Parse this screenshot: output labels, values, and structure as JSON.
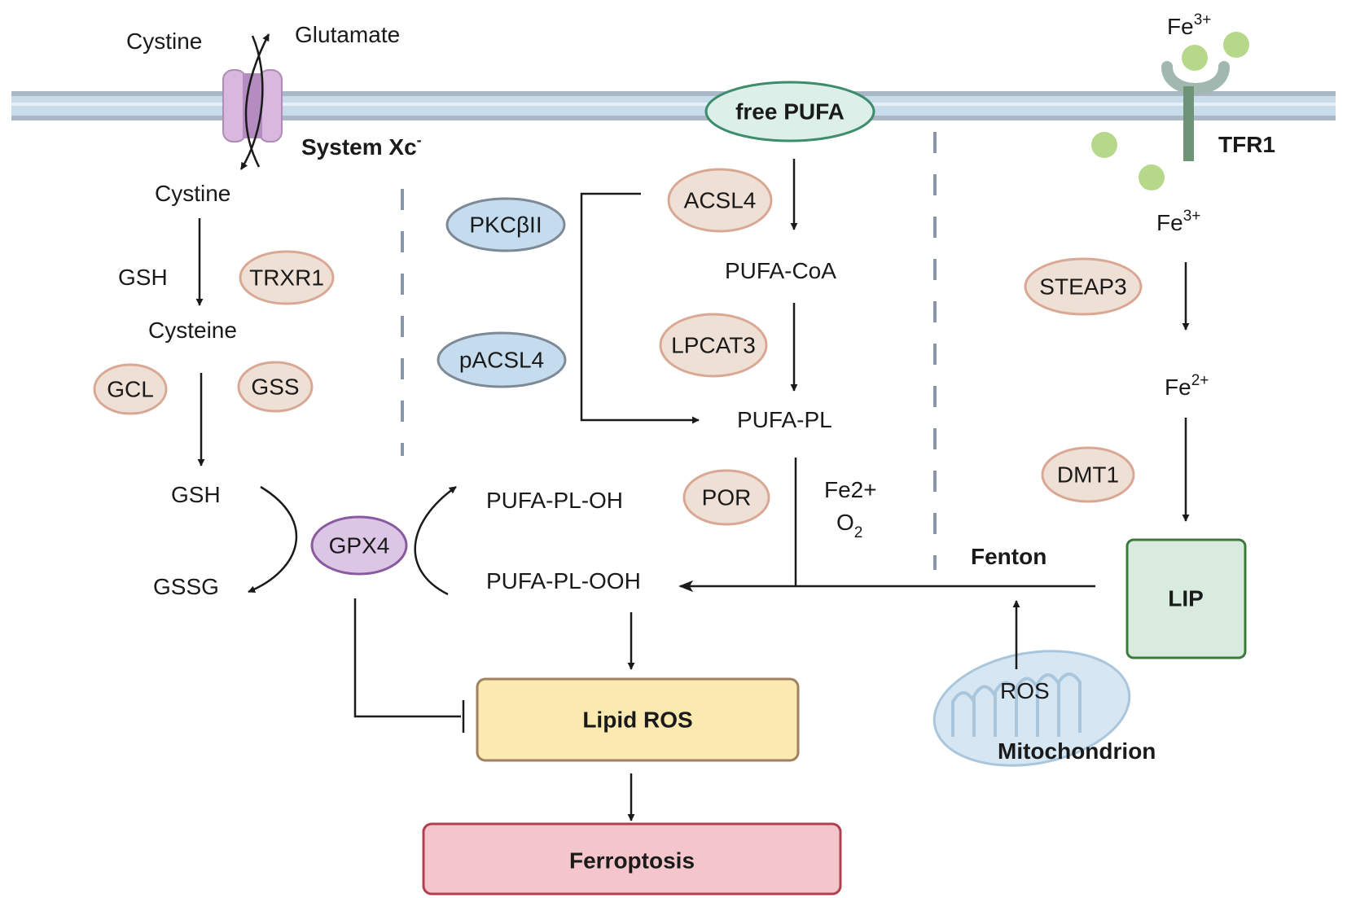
{
  "transport": {
    "cystine_out": "Cystine",
    "glutamate": "Glutamate",
    "system_xc": "System Xc",
    "system_xc_sup": "-"
  },
  "left_pathway": {
    "cystine_in": "Cystine",
    "gsh_cofactor": "GSH",
    "trxr1": "TRXR1",
    "cysteine": "Cysteine",
    "gcl": "GCL",
    "gss": "GSS",
    "gsh": "GSH",
    "gssg": "GSSG",
    "gpx4": "GPX4"
  },
  "middle_pathway": {
    "free_pufa": "free  PUFA",
    "acsl4": "ACSL4",
    "pkcbii": "PKCβII",
    "pacsl4": "pACSL4",
    "pufa_coa": "PUFA-CoA",
    "lpcat3": "LPCAT3",
    "pufa_pl": "PUFA-PL",
    "pufa_pl_oh": "PUFA-PL-OH",
    "por": "POR",
    "fe2": "Fe2+",
    "o2": "O",
    "o2_sub": "2",
    "pufa_pl_ooh": "PUFA-PL-OOH",
    "lipid_ros": "Lipid ROS",
    "ferroptosis": "Ferroptosis"
  },
  "right_pathway": {
    "fe3_top": "Fe",
    "fe3_top_sup": "3+",
    "tfr1": "TFR1",
    "fe3": "Fe",
    "fe3_sup": "3+",
    "steap3": "STEAP3",
    "fe2": "Fe",
    "fe2_sup": "2+",
    "dmt1": "DMT1",
    "lip": "LIP",
    "fenton": "Fenton",
    "ros": "ROS",
    "mitochondrion": "Mitochondrion"
  },
  "colors": {
    "enzyme_fill": "#efe0d6",
    "enzyme_stroke": "#d9a894",
    "kinase_fill": "#c5dcef",
    "kinase_stroke": "#7d8a96",
    "gpx4_fill": "#dcc6e6",
    "gpx4_stroke": "#8a5aa0",
    "membrane": "#c9dcec",
    "free_pufa_fill": "#dcefe8",
    "free_pufa_stroke": "#3d8c6c",
    "lipid_ros_fill": "#fbeab0",
    "lipid_ros_stroke": "#a08060",
    "ferroptosis_fill": "#f4c6cc",
    "ferroptosis_stroke": "#b04050",
    "lip_fill": "#d8ebde",
    "lip_stroke": "#3c7a3c",
    "iron": "#b5d88a",
    "mito": "#b8d4e8",
    "dashed": "#8898aa"
  }
}
